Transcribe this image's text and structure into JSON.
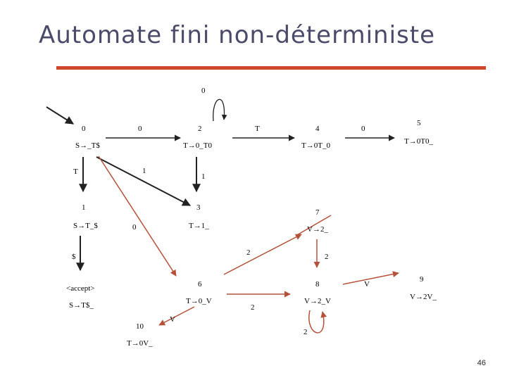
{
  "title": "Automate fini non-déterministe",
  "page_number": "46",
  "colors": {
    "title": "#4a4a6a",
    "rule": "#d0482b",
    "red_edge": "#b5513a",
    "black_edge": "#222222"
  },
  "states": [
    {
      "id": "s0",
      "number": "0",
      "item": "S→_T$"
    },
    {
      "id": "s1",
      "number": "1",
      "item": "S→T_$"
    },
    {
      "id": "s2",
      "number": "2",
      "item": "T→0_T0"
    },
    {
      "id": "s3",
      "number": "3",
      "item": "T→1_"
    },
    {
      "id": "s4",
      "number": "4",
      "item": "T→0T_0"
    },
    {
      "id": "s5",
      "number": "5",
      "item": "T→0T0_"
    },
    {
      "id": "s6",
      "number": "6",
      "item": "T→0_V"
    },
    {
      "id": "s7",
      "number": "7",
      "item": "V→2_"
    },
    {
      "id": "s8",
      "number": "8",
      "item": "V→2_V"
    },
    {
      "id": "s9",
      "number": "9",
      "item": "V→2V_"
    },
    {
      "id": "s10",
      "number": "10",
      "item": "T→0V_"
    },
    {
      "id": "accept",
      "number": "<accept>",
      "item": "S→T$_"
    }
  ],
  "edge_labels": {
    "s2_loop": "0",
    "s0_s2": "0",
    "s2_s4": "T",
    "s4_s5": "0",
    "s0_s1": "T",
    "s0_s3": "1",
    "s2_s3": "1",
    "s0_s6": "0",
    "s3_s7": "2",
    "s1_accept": "$",
    "s6_s7": "2",
    "s6_s8": "2",
    "s6_s10": "V",
    "s8_s9": "V",
    "s8_loop": "2"
  }
}
